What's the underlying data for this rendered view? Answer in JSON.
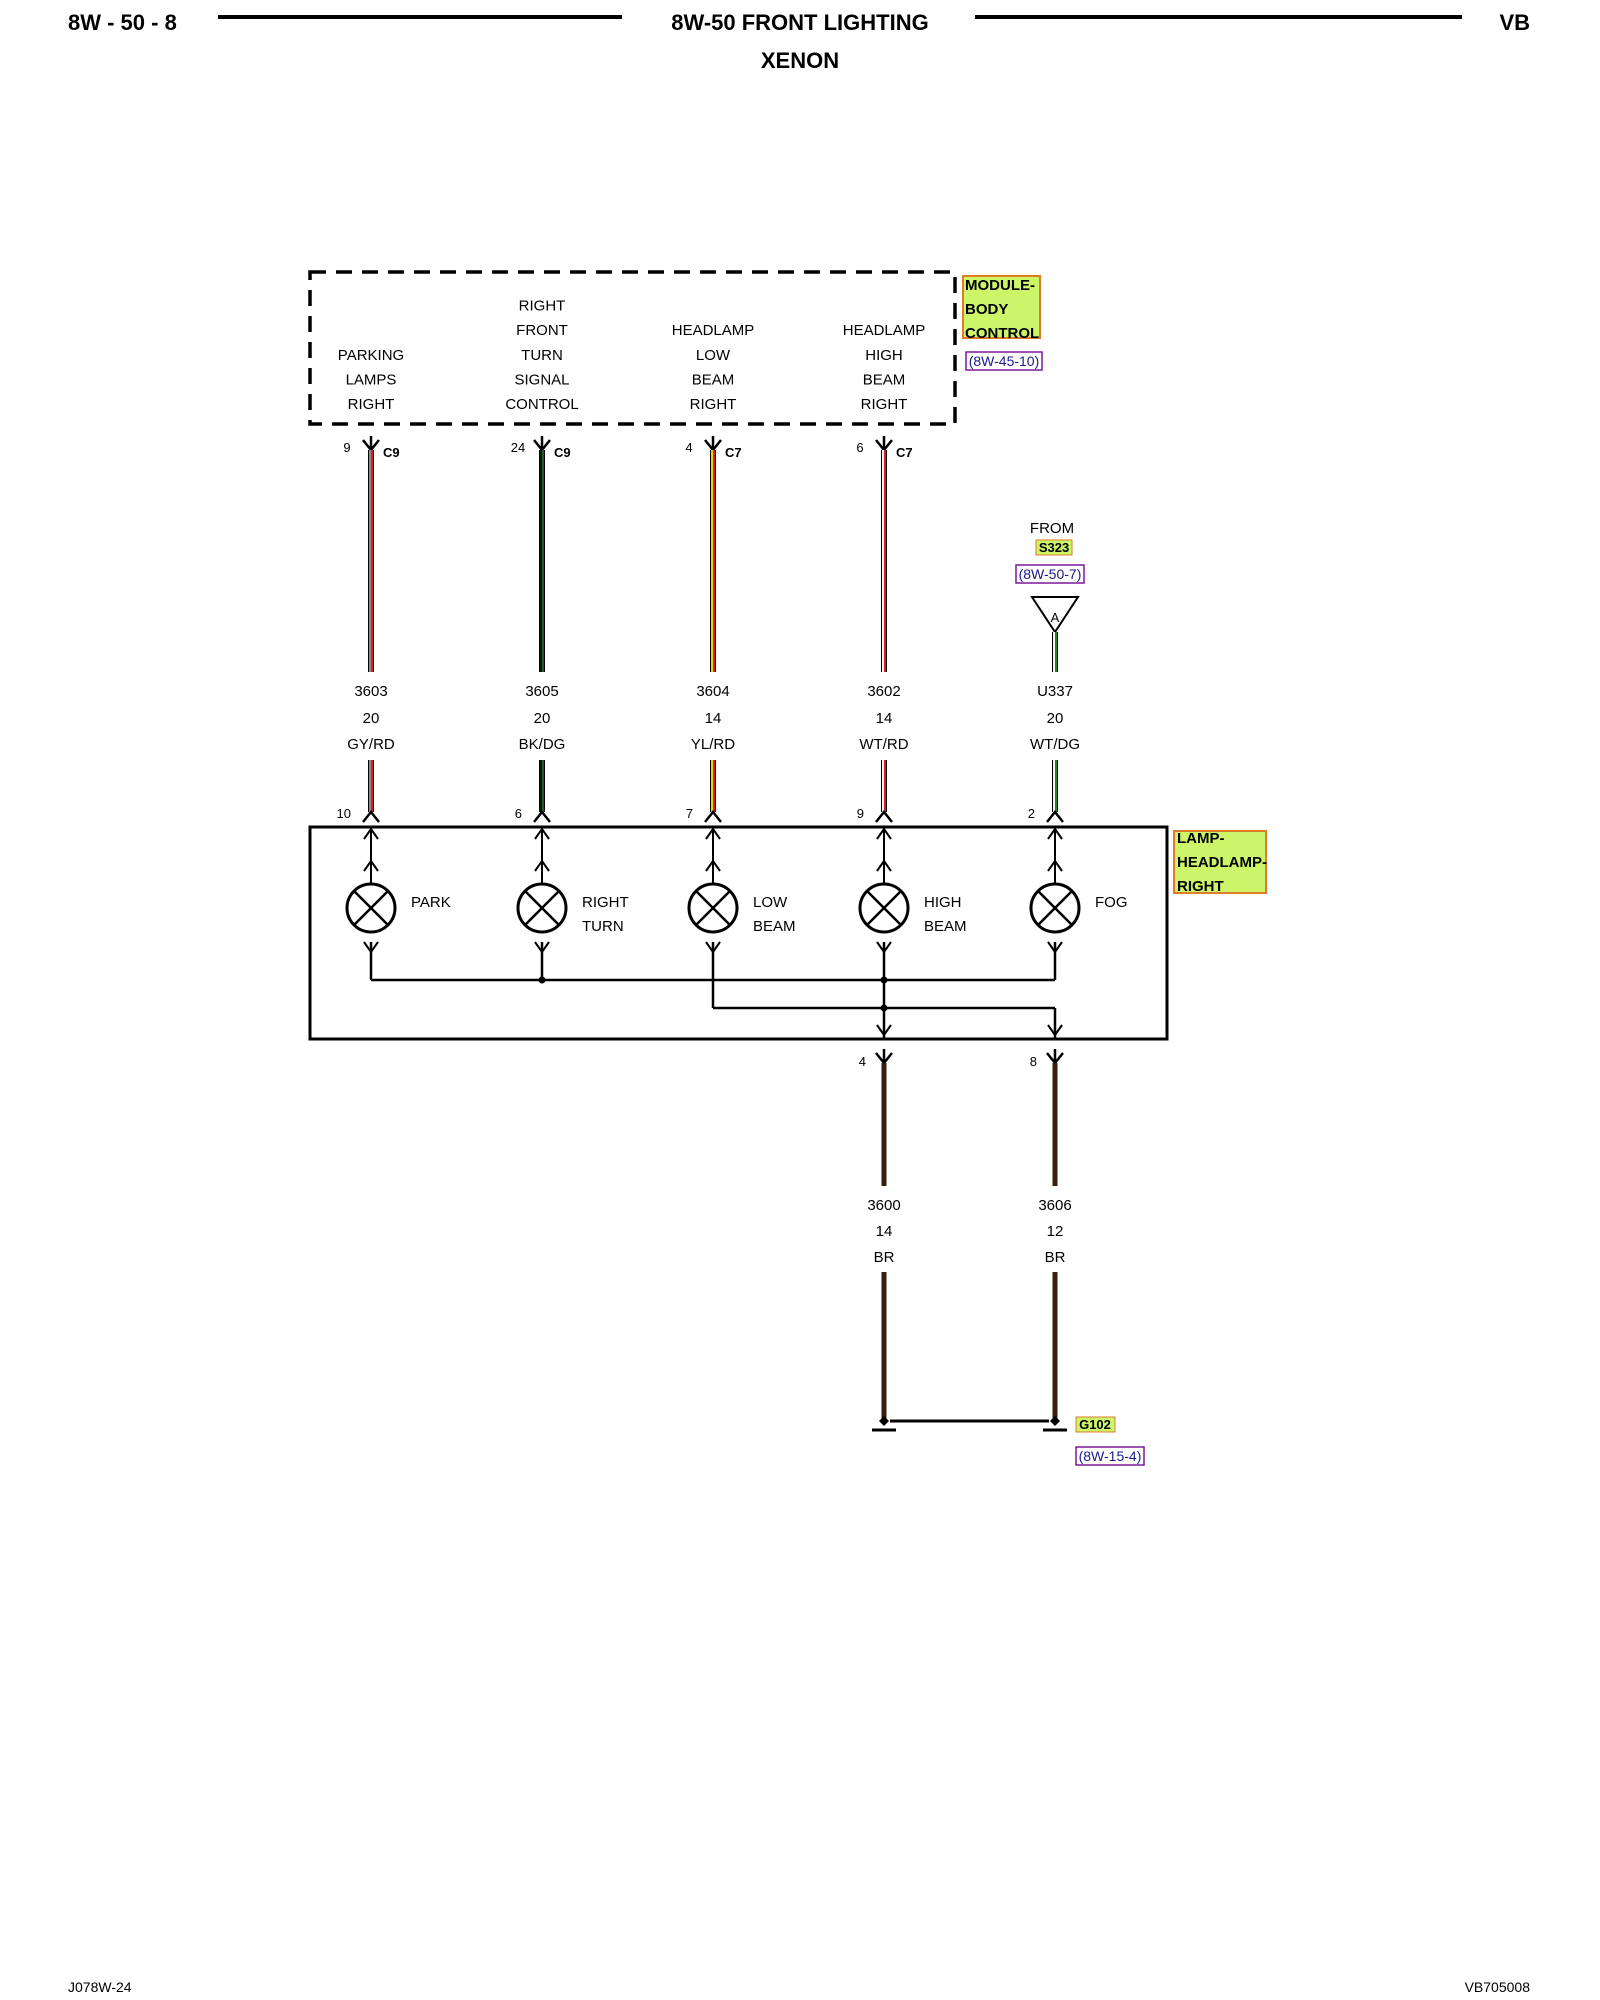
{
  "header": {
    "page_number": "8W - 50 - 8",
    "title": "8W-50 FRONT LIGHTING",
    "subtitle": "XENON",
    "vehicle": "VB"
  },
  "module": {
    "name_lines": [
      "MODULE-",
      "BODY",
      "CONTROL"
    ],
    "ref": "(8W-45-10)",
    "functions": [
      {
        "lines": [
          "PARKING",
          "LAMPS",
          "RIGHT"
        ]
      },
      {
        "lines": [
          "RIGHT",
          "FRONT",
          "TURN",
          "SIGNAL",
          "CONTROL"
        ]
      },
      {
        "lines": [
          "HEADLAMP",
          "LOW",
          "BEAM",
          "RIGHT"
        ]
      },
      {
        "lines": [
          "HEADLAMP",
          "HIGH",
          "BEAM",
          "RIGHT"
        ]
      }
    ]
  },
  "splice": {
    "from_label": "FROM",
    "name": "S323",
    "ref": "(8W-50-7)",
    "terminal": "A"
  },
  "circuits": [
    {
      "pin_top": "9",
      "connector": "C9",
      "circuit": "3603",
      "gauge": "20",
      "color_code": "GY/RD",
      "pin_bottom": "10",
      "base_color": "#8a8a8a",
      "stripe_color": "#d42020"
    },
    {
      "pin_top": "24",
      "connector": "C9",
      "circuit": "3605",
      "gauge": "20",
      "color_code": "BK/DG",
      "pin_bottom": "6",
      "base_color": "#111111",
      "stripe_color": "#1d5e1d"
    },
    {
      "pin_top": "4",
      "connector": "C7",
      "circuit": "3604",
      "gauge": "14",
      "color_code": "YL/RD",
      "pin_bottom": "7",
      "base_color": "#f2d400",
      "stripe_color": "#d42020"
    },
    {
      "pin_top": "6",
      "connector": "C7",
      "circuit": "3602",
      "gauge": "14",
      "color_code": "WT/RD",
      "pin_bottom": "9",
      "base_color": "#f4f4f4",
      "stripe_color": "#d42020"
    },
    {
      "circuit": "U337",
      "gauge": "20",
      "color_code": "WT/DG",
      "pin_bottom": "2",
      "base_color": "#f4f4f4",
      "stripe_color": "#1f8a1f"
    }
  ],
  "lamp_assembly": {
    "name_lines": [
      "LAMP-",
      "HEADLAMP-",
      "RIGHT"
    ],
    "bulbs": [
      {
        "lines": [
          "PARK"
        ]
      },
      {
        "lines": [
          "RIGHT",
          "TURN"
        ]
      },
      {
        "lines": [
          "LOW",
          "BEAM"
        ]
      },
      {
        "lines": [
          "HIGH",
          "BEAM"
        ]
      },
      {
        "lines": [
          "FOG"
        ]
      }
    ]
  },
  "grounds": [
    {
      "pin": "4",
      "circuit": "3600",
      "gauge": "14",
      "color_code": "BR",
      "wire_color": "#3a1e0c"
    },
    {
      "pin": "8",
      "circuit": "3606",
      "gauge": "12",
      "color_code": "BR",
      "wire_color": "#3a1e0c"
    }
  ],
  "ground_point": {
    "name": "G102",
    "ref": "(8W-15-4)"
  },
  "colors": {
    "highlight_fill": "#ccf56a",
    "highlight_border": "#e07b2a",
    "ref_border": "#7a1a9a",
    "ref_text": "#1a1a8a"
  },
  "footer": {
    "left": "J078W-24",
    "right": "VB705008"
  }
}
